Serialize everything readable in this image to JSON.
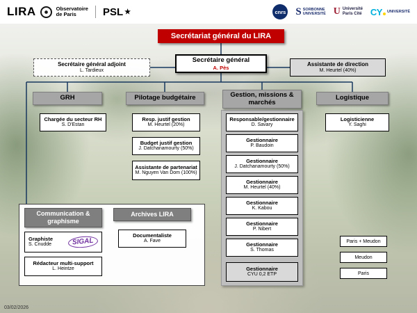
{
  "date": "03/02/2026",
  "title": "Secrétariat général du LIRA",
  "header": {
    "lira": "LIRA",
    "observatoire_line1": "Observatoire",
    "observatoire_line2": "de Paris",
    "psl": "PSL",
    "psl_star": "★",
    "cnrs": "cnrs",
    "sorbonne_mark": "S",
    "sorbonne_line1": "SORBONNE",
    "sorbonne_line2": "UNIVERSITÉ",
    "upc_mark": "U",
    "upc_line1": "Université",
    "upc_line2": "Paris Cité",
    "cy_mark": "CY",
    "cy_text": "UNIVERSITÉ"
  },
  "org": {
    "sg": {
      "role": "Secrétaire général",
      "name": "A. Pès"
    },
    "adjoint": {
      "role": "Secrétaire général adjoint",
      "name": "L. Tardieux"
    },
    "assistante": {
      "role": "Assistante de direction",
      "name": "M. Heurtel (40%)"
    },
    "grh": {
      "title": "GRH",
      "members": [
        {
          "role": "Chargée du secteur RH",
          "name": "S. D'Estan"
        }
      ]
    },
    "pilotage": {
      "title": "Pilotage budgétaire",
      "members": [
        {
          "role": "Resp. justif gestion",
          "name": "M. Heurtel (20%)"
        },
        {
          "role": "Budget justif gestion",
          "name": "J. Datchanamourty (50%)"
        },
        {
          "role": "Assistante de partenariat",
          "name": "M. Nguyen Van Dom (100%)"
        }
      ]
    },
    "gestion": {
      "title": "Gestion, missions & marchés",
      "members": [
        {
          "role": "Responsable/gestionnaire",
          "name": "D. Savary"
        },
        {
          "role": "Gestionnaire",
          "name": "P. Baudoin"
        },
        {
          "role": "Gestionnaire",
          "name": "J. Datchanamourty (50%)"
        },
        {
          "role": "Gestionnaire",
          "name": "M. Heurtel (40%)"
        },
        {
          "role": "Gestionnaire",
          "name": "K. Kabou"
        },
        {
          "role": "Gestionnaire",
          "name": "P. Nibert"
        },
        {
          "role": "Gestionnaire",
          "name": "S. Thomas"
        },
        {
          "role": "Gestionnaire",
          "name": "CYU 0,2 ETP"
        }
      ]
    },
    "logistique": {
      "title": "Logistique",
      "members": [
        {
          "role": "Logisticienne",
          "name": "Y. Saghi"
        }
      ]
    },
    "communication": {
      "title": "Communication & graphisme",
      "members": [
        {
          "role": "Graphiste",
          "name": "S. Cnudde",
          "logo": "SIGAL"
        },
        {
          "role": "Rédacteur multi-support",
          "name": "L. Heintze"
        }
      ]
    },
    "archives": {
      "title": "Archives LIRA",
      "members": [
        {
          "role": "Documentaliste",
          "name": "A. Fave"
        }
      ]
    }
  },
  "locations": [
    "Paris + Meudon",
    "Meudon",
    "Paris"
  ],
  "colors": {
    "accent_red": "#c00000",
    "dept_gray": "#a6a6a6",
    "header_gray": "#7f7f7f",
    "panel_gray": "#bfbfbf",
    "line_navy": "#17375e",
    "sigal_purple": "#7030a0"
  }
}
